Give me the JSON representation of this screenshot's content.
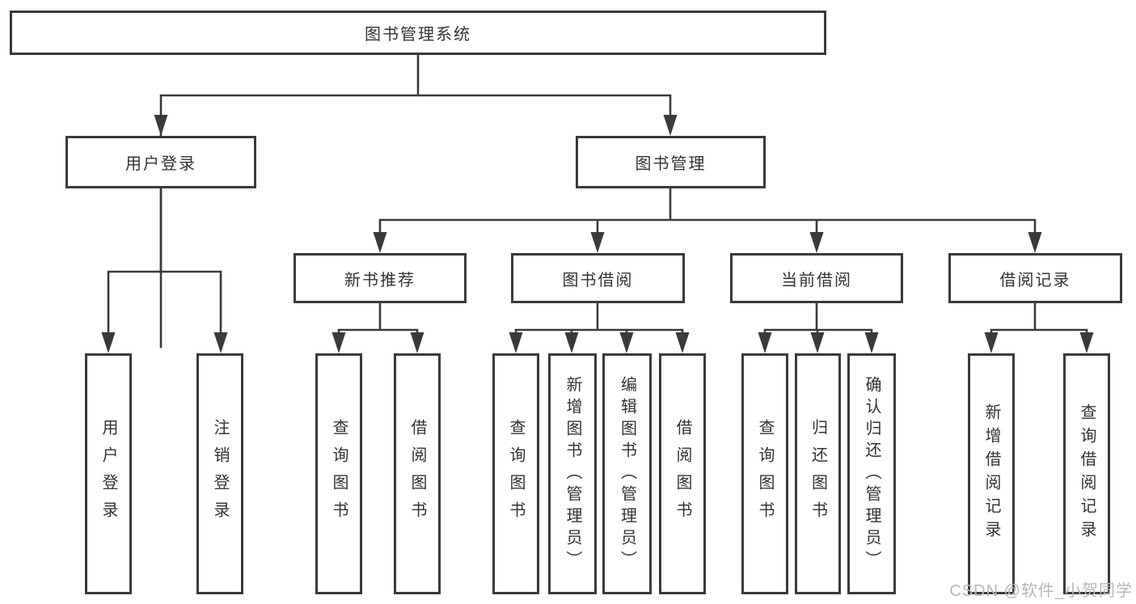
{
  "tree": {
    "root": "图书管理系统",
    "children": [
      {
        "label": "用户登录",
        "children": [
          "用户登录",
          "注销登录"
        ]
      },
      {
        "label": "图书管理",
        "children": [
          {
            "label": "新书推荐",
            "children": [
              "查询图书",
              "借阅图书"
            ]
          },
          {
            "label": "图书借阅",
            "children": [
              "查询图书",
              "新增图书（管理员）",
              "编辑图书（管理员）",
              "借阅图书"
            ]
          },
          {
            "label": "当前借阅",
            "children": [
              "查询图书",
              "归还图书",
              "确认归还（管理员）"
            ]
          },
          {
            "label": "借阅记录",
            "children": [
              "新增借阅记录",
              "查询借阅记录"
            ]
          }
        ]
      }
    ]
  },
  "style": {
    "line_color": "#3a3a3a",
    "box_border_color": "#3a3a3a",
    "text_color": "#333333",
    "background": "#ffffff",
    "watermark_color": "#b7b7b7"
  },
  "watermark": {
    "text": "CSDN @软件_小贺同学"
  }
}
